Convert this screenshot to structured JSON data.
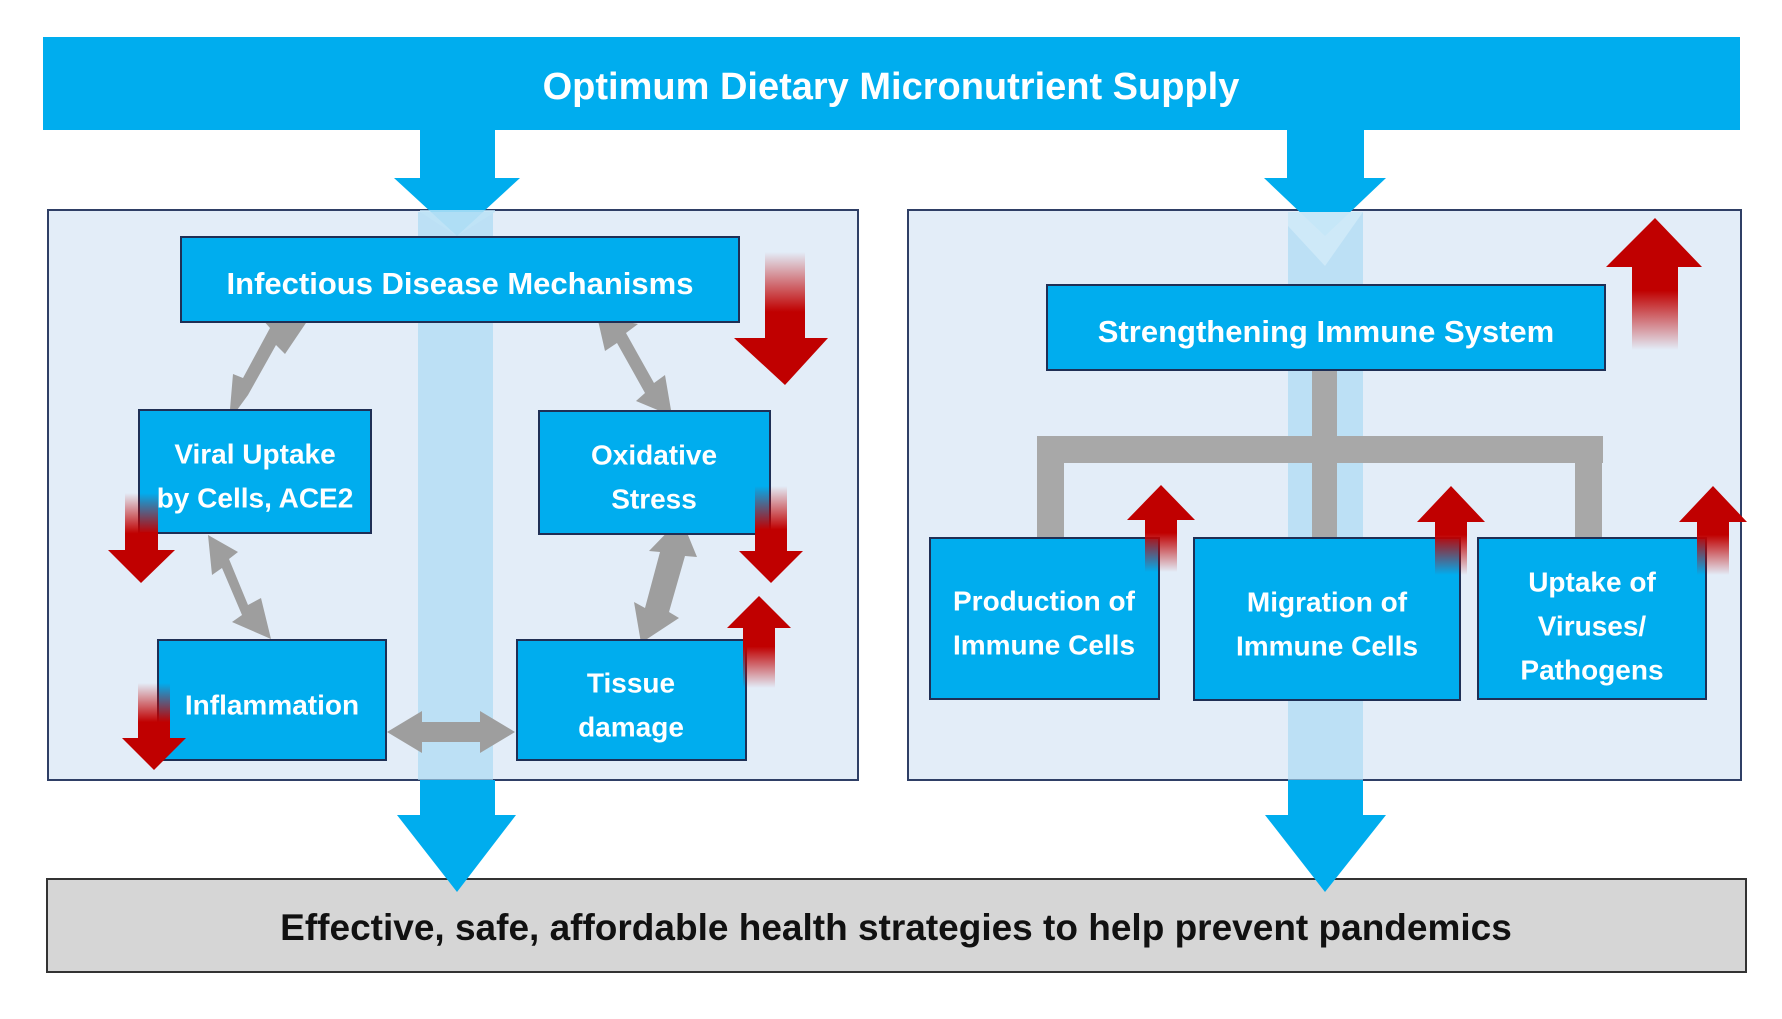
{
  "diagram": {
    "top_banner": "Optimum Dietary Micronutrient Supply",
    "bottom_banner": "Effective, safe, affordable health strategies to help prevent pandemics",
    "left_panel": {
      "main_box": "Infectious Disease Mechanisms",
      "boxes": [
        {
          "lines": [
            "Viral Uptake",
            "by Cells, ACE2"
          ],
          "effect": "decrease"
        },
        {
          "lines": [
            "Oxidative",
            "Stress"
          ],
          "effect": "decrease"
        },
        {
          "lines": [
            "Inflammation"
          ],
          "effect": "decrease"
        },
        {
          "lines": [
            "Tissue",
            "damage"
          ],
          "effect": "increase"
        }
      ],
      "main_effect": "decrease"
    },
    "right_panel": {
      "main_box": "Strengthening Immune System",
      "main_effect": "increase",
      "boxes": [
        {
          "lines": [
            "Production of",
            "Immune Cells"
          ],
          "effect": "increase"
        },
        {
          "lines": [
            "Migration of",
            "Immune Cells"
          ],
          "effect": "increase"
        },
        {
          "lines": [
            "Uptake of",
            "Viruses/",
            "Pathogens"
          ],
          "effect": "increase"
        }
      ]
    }
  },
  "colors": {
    "primary_blue": "#00adee",
    "panel_fill": "#e3edf8",
    "panel_border": "#2f3f66",
    "red_arrow": "#c00000",
    "gray_arrow": "#9e9e9e",
    "bottom_fill": "#d6d6d6"
  },
  "icons": {
    "decrease": "red-down-arrow-icon",
    "increase": "red-up-arrow-icon",
    "link": "gray-double-arrow-icon"
  }
}
